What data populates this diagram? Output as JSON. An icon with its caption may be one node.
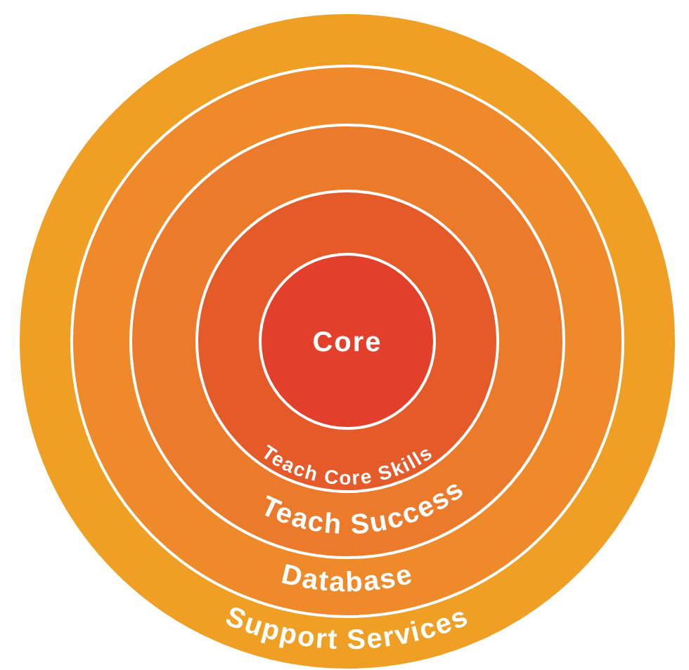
{
  "diagram": {
    "nodes": [
      {
        "text": [
          "Support Services"
        ]
      },
      {
        "text": [
          "Database"
        ],
        "in": 0
      },
      {
        "text": [
          "Teach Success"
        ],
        "in": 1
      },
      {
        "text": [
          "Teach Core Skills"
        ],
        "in": 2
      },
      {
        "text": [
          "Core"
        ],
        "in": 3
      }
    ]
  }
}
